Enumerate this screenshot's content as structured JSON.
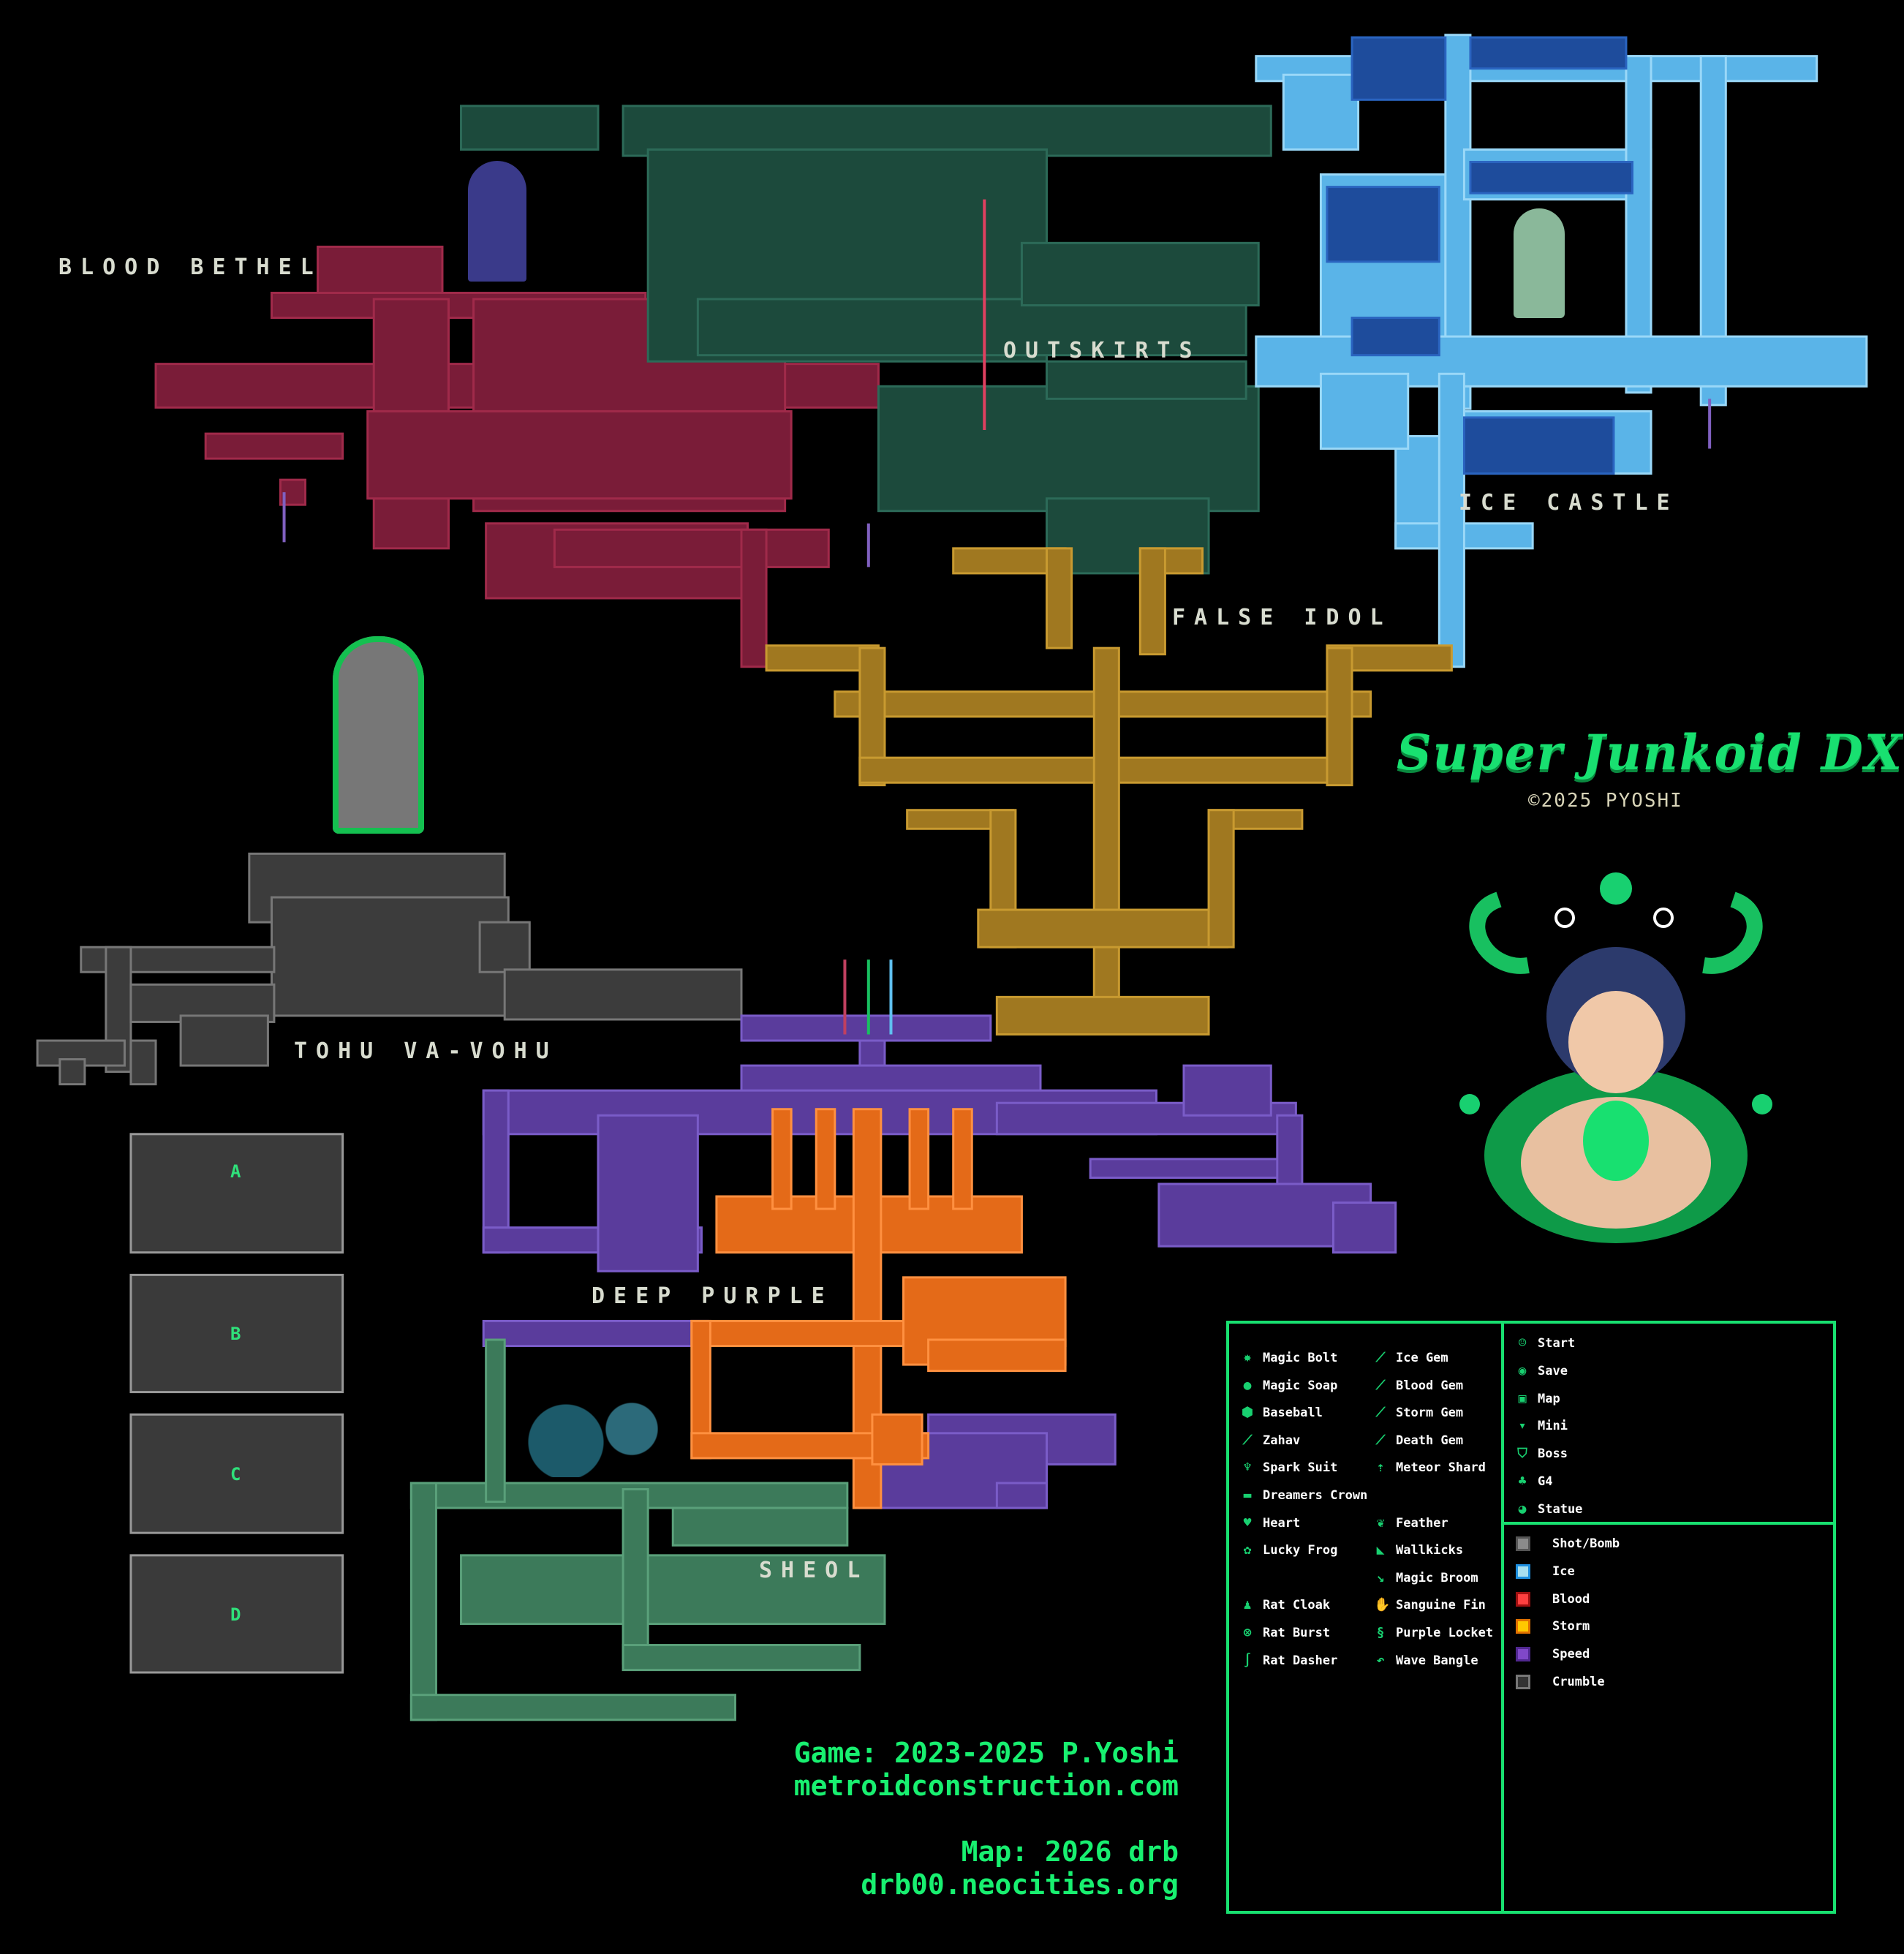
{
  "title": "Super Junkoid DX",
  "copyright": "©2025 PYOSHI",
  "regions": {
    "blood_bethel": "BLOOD BETHEL",
    "outskirts": "OUTSKIRTS",
    "ice_castle": "ICE CASTLE",
    "false_idol": "FALSE IDOL",
    "tohu_va_vohu": "TOHU VA-VOHU",
    "deep_purple": "DEEP PURPLE",
    "sheol": "SHEOL"
  },
  "rooms": [
    "A",
    "B",
    "C",
    "D"
  ],
  "credits": {
    "game": "Game: 2023-2025 P.Yoshi",
    "game_site": "metroidconstruction.com",
    "map": "Map: 2026 drb",
    "map_site": "drb00.neocities.org"
  },
  "legend": {
    "items_left": [
      {
        "label": "Magic Bolt",
        "icon": "magic-bolt-icon"
      },
      {
        "label": "Magic Soap",
        "icon": "magic-soap-icon"
      },
      {
        "label": "Baseball",
        "icon": "baseball-icon"
      },
      {
        "label": "Zahav",
        "icon": "zahav-icon"
      },
      {
        "label": "Spark Suit",
        "icon": "spark-suit-icon"
      },
      {
        "label": "Dreamers Crown",
        "icon": "crown-icon"
      },
      {
        "label": "Heart",
        "icon": "heart-icon"
      },
      {
        "label": "Lucky Frog",
        "icon": "frog-icon"
      },
      {
        "label": "Rat Cloak",
        "icon": "rat-cloak-icon"
      },
      {
        "label": "Rat Burst",
        "icon": "rat-burst-icon"
      },
      {
        "label": "Rat Dasher",
        "icon": "rat-dasher-icon"
      }
    ],
    "items_right": [
      {
        "label": "Ice Gem",
        "icon": "ice-gem-icon"
      },
      {
        "label": "Blood Gem",
        "icon": "blood-gem-icon"
      },
      {
        "label": "Storm Gem",
        "icon": "storm-gem-icon"
      },
      {
        "label": "Death Gem",
        "icon": "death-gem-icon"
      },
      {
        "label": "Meteor Shard",
        "icon": "meteor-shard-icon"
      },
      {
        "label": "Feather",
        "icon": "feather-icon"
      },
      {
        "label": "Wallkicks",
        "icon": "wallkicks-icon"
      },
      {
        "label": "Magic Broom",
        "icon": "broom-icon"
      },
      {
        "label": "Sanguine Fin",
        "icon": "fin-icon"
      },
      {
        "label": "Purple Locket",
        "icon": "locket-icon"
      },
      {
        "label": "Wave Bangle",
        "icon": "bangle-icon"
      }
    ],
    "markers": [
      {
        "label": "Start",
        "icon": "start-icon"
      },
      {
        "label": "Save",
        "icon": "save-icon"
      },
      {
        "label": "Map",
        "icon": "map-icon"
      },
      {
        "label": "Mini",
        "icon": "mini-boss-icon"
      },
      {
        "label": "Boss",
        "icon": "boss-icon"
      },
      {
        "label": "G4",
        "icon": "g4-icon"
      },
      {
        "label": "Statue",
        "icon": "statue-icon"
      }
    ],
    "doors": [
      {
        "label": "Shot/Bomb",
        "color": "#8a8a8a",
        "border": "#555555"
      },
      {
        "label": "Ice",
        "color": "#a8e0f0",
        "border": "#1e90e0"
      },
      {
        "label": "Blood",
        "color": "#ff4040",
        "border": "#a01010"
      },
      {
        "label": "Storm",
        "color": "#ffc800",
        "border": "#e07000"
      },
      {
        "label": "Speed",
        "color": "#8048c8",
        "border": "#502890"
      },
      {
        "label": "Crumble",
        "color": "#333333",
        "border": "#777777"
      }
    ]
  }
}
